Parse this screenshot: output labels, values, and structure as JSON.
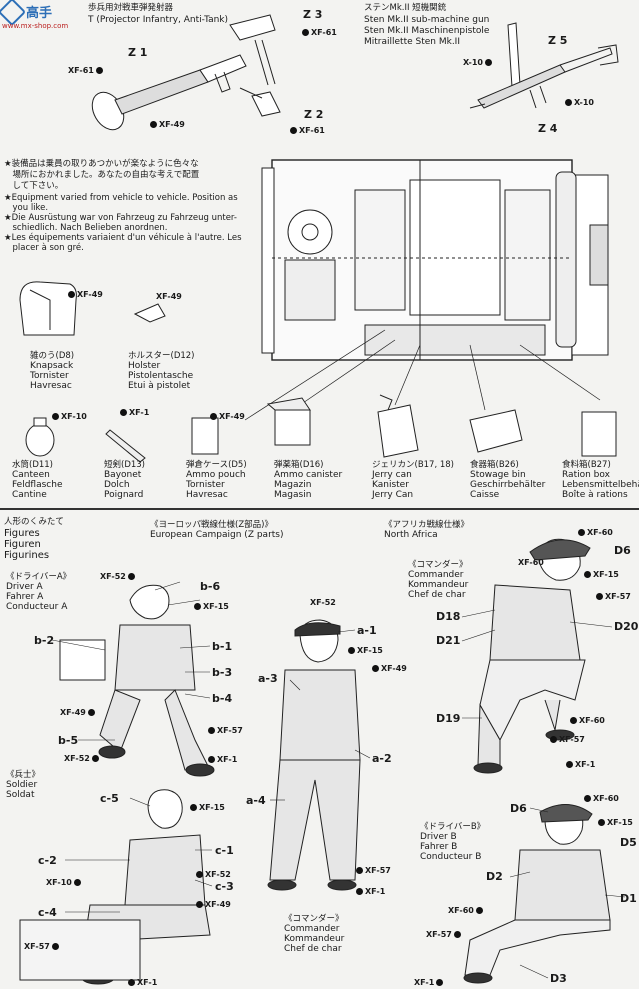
{
  "watermark": {
    "text": "高手 www.mx-shop.com",
    "url": "www.mx-shop.com"
  },
  "top": {
    "piat": {
      "jp": "歩兵用対戦車弾発射器",
      "en": "T (Projector Infantry, Anti-Tank)",
      "parts": {
        "z3": "Z 3",
        "z1": "Z 1",
        "z2": "Z 2",
        "xf61a": "XF-61",
        "xf61b": "XF-61",
        "xf61c": "XF-61",
        "xf49": "XF-49"
      }
    },
    "sten": {
      "jp": "ステンMk.II 短機関銃",
      "en": "Sten Mk.II sub-machine gun",
      "de": "Sten Mk.II Maschinenpistole",
      "fr": "Mitraillette Sten Mk.II",
      "parts": {
        "z5": "Z 5",
        "z4": "Z 4",
        "x10a": "X-10",
        "x10b": "X-10"
      }
    },
    "notes": {
      "jp1": "★装備品は乗員の取りあつかいが楽なように色々な",
      "jp2": "　場所におかれました。あなたの自由な考えで配置",
      "jp3": "　して下さい。",
      "en1": "★Equipment varied from vehicle to vehicle. Position as",
      "en2": "　you like.",
      "de1": "★Die Ausrüstung war von Fahrzeug zu Fahrzeug unter-",
      "de2": "　schiedlich. Nach Belieben anordnen.",
      "fr1": "★Les équipements variaient d'un véhicule à l'autre. Les",
      "fr2": "　placer à son gré."
    },
    "equipment": [
      {
        "jp": "雑のう(D8)",
        "en": "Knapsack",
        "de": "Tornister",
        "fr": "Havresac",
        "paint": "XF-49"
      },
      {
        "jp": "ホルスター(D12)",
        "en": "Holster",
        "de": "Pistolentasche",
        "fr": "Etui à pistolet",
        "paint": "XF-49"
      },
      {
        "jp": "水筒(D11)",
        "en": "Canteen",
        "de": "Feldflasche",
        "fr": "Cantine",
        "paint": "XF-10"
      },
      {
        "jp": "短剣(D13)",
        "en": "Bayonet",
        "de": "Dolch",
        "fr": "Poignard",
        "paint": "XF-1"
      },
      {
        "jp": "弾倉ケース(D5)",
        "en": "Ammo pouch",
        "de": "Tornister",
        "fr": "Havresac",
        "paint": "XF-49"
      },
      {
        "jp": "弾薬箱(D16)",
        "en": "Ammo canister",
        "de": "Magazin",
        "fr": "Magasin"
      },
      {
        "jp": "ジェリカン(B17, 18)",
        "en": "Jerry can",
        "de": "Kanister",
        "fr": "Jerry Can"
      },
      {
        "jp": "食器箱(B26)",
        "en": "Stowage bin",
        "de": "Geschirrbehälter",
        "fr": "Caisse"
      },
      {
        "jp": "食料箱(B27)",
        "en": "Ration box",
        "de": "Lebensmittelbehälter",
        "fr": "Boîte à rations"
      }
    ]
  },
  "bottom": {
    "figures": {
      "jp": "人形のくみたて",
      "en": "Figures",
      "de": "Figuren",
      "fr": "Figurines"
    },
    "european": {
      "jp": "《ヨーロッパ戦線仕様(Z部品)》",
      "en": "European Campaign (Z parts)"
    },
    "north_africa": {
      "jp": "《アフリカ戦線仕様》",
      "en": "North Africa"
    },
    "driver_a": {
      "jp": "《ドライバーA》",
      "en": "Driver A",
      "de": "Fahrer A",
      "fr": "Conducteur A",
      "labels": {
        "xf52a": "XF-52",
        "b6": "b-6",
        "xf15": "XF-15",
        "b2": "b-2",
        "b1": "b-1",
        "b3": "b-3",
        "b4": "b-4",
        "xf49": "XF-49",
        "b5": "b-5",
        "xf57": "XF-57",
        "xf52b": "XF-52",
        "xf1": "XF-1"
      }
    },
    "commander_eu": {
      "jp": "《コマンダー》",
      "en": "Commander",
      "de": "Kommandeur",
      "fr": "Chef de char",
      "labels": {
        "xf52": "XF-52",
        "a1": "a-1",
        "xf15": "XF-15",
        "xf49": "XF-49",
        "a3": "a-3",
        "a2": "a-2",
        "a4": "a-4",
        "xf57": "XF-57",
        "xf1": "XF-1"
      }
    },
    "soldier": {
      "jp": "《兵士》",
      "en": "Soldier",
      "fr": "Soldat",
      "labels": {
        "c5": "c-5",
        "xf15": "XF-15",
        "c1": "c-1",
        "c2": "c-2",
        "xf52": "XF-52",
        "xf10": "XF-10",
        "c3": "c-3",
        "c4": "c-4",
        "xf49": "XF-49",
        "xf57": "XF-57",
        "xf1": "XF-1"
      }
    },
    "commander_na": {
      "jp": "《コマンダー》",
      "en": "Commander",
      "de": "Kommandeur",
      "fr": "Chef de char",
      "labels": {
        "xf60a": "XF-60",
        "d6": "D6",
        "xf60b": "XF-60",
        "xf15": "XF-15",
        "xf57a": "XF-57",
        "d18": "D18",
        "d21": "D21",
        "d20": "D20",
        "d19": "D19",
        "xf60c": "XF-60",
        "xf57b": "XF-57",
        "xf1": "XF-1"
      }
    },
    "driver_b": {
      "jp": "《ドライバーB》",
      "en": "Driver B",
      "de": "Fahrer B",
      "fr": "Conducteur B",
      "labels": {
        "d6": "D6",
        "xf60a": "XF-60",
        "xf15": "XF-15",
        "d5": "D5",
        "d2": "D2",
        "d1": "D1",
        "xf60b": "XF-60",
        "xf57": "XF-57",
        "d3": "D3",
        "xf1": "XF-1"
      }
    }
  }
}
